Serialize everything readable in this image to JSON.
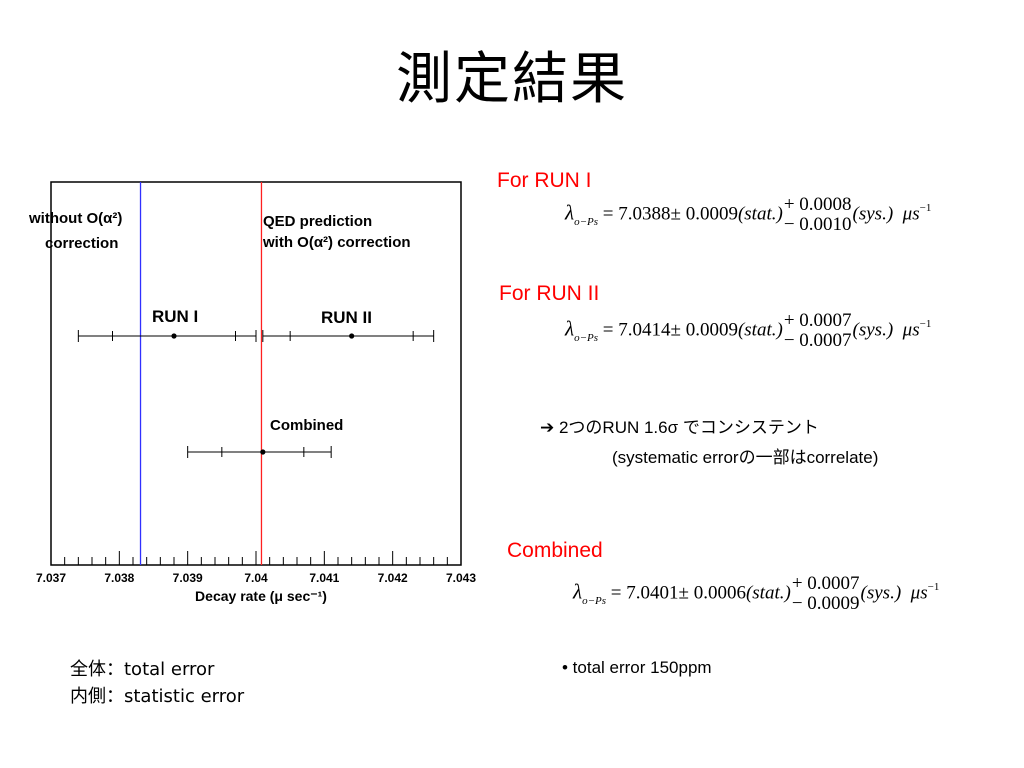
{
  "title": "測定結果",
  "chart_data": {
    "type": "scatter",
    "xlabel": "Decay rate (μ sec⁻¹)",
    "xlim": [
      7.037,
      7.043
    ],
    "x_ticks": [
      "7.037",
      "7.038",
      "7.039",
      "7.04",
      "7.041",
      "7.042",
      "7.043"
    ],
    "reference_lines": [
      {
        "x": 7.03831,
        "color": "#3030ff",
        "label_line1": "without O(α²)",
        "label_line2": "correction"
      },
      {
        "x": 7.04008,
        "color": "#ff2020",
        "label_line1": "QED prediction",
        "label_line2": "with O(α²) correction"
      }
    ],
    "points": [
      {
        "label": "RUN I",
        "value": 7.0388,
        "stat_low": 7.0379,
        "stat_high": 7.0397,
        "total_low": 7.0374,
        "total_high": 7.04
      },
      {
        "label": "RUN II",
        "value": 7.0414,
        "stat_low": 7.0405,
        "stat_high": 7.0423,
        "total_low": 7.0401,
        "total_high": 7.0426
      },
      {
        "label": "Combined",
        "value": 7.0401,
        "stat_low": 7.0395,
        "stat_high": 7.0407,
        "total_low": 7.039,
        "total_high": 7.0411
      }
    ]
  },
  "results": [
    {
      "heading": "For RUN I",
      "symbol": "λ",
      "subscript": "o−Ps",
      "value": "= 7.0388",
      "pm": "± 0.0009",
      "stat_label": "(stat.)",
      "err_plus": "+ 0.0008",
      "err_minus": "− 0.0010",
      "sys_label": "(sys.)",
      "unit": "μs",
      "unit_exp": "−1"
    },
    {
      "heading": "For RUN II",
      "symbol": "λ",
      "subscript": "o−Ps",
      "value": "= 7.0414",
      "pm": "± 0.0009",
      "stat_label": "(stat.)",
      "err_plus": "+ 0.0007",
      "err_minus": "− 0.0007",
      "sys_label": "(sys.)",
      "unit": "μs",
      "unit_exp": "−1"
    },
    {
      "heading": "Combined",
      "symbol": "λ",
      "subscript": "o−Ps",
      "value": "= 7.0401",
      "pm": "± 0.0006",
      "stat_label": "(stat.)",
      "err_plus": "+ 0.0007",
      "err_minus": "− 0.0009",
      "sys_label": "(sys.)",
      "unit": "μs",
      "unit_exp": "−1"
    }
  ],
  "consistency_line1": "➔  2つのRUN  1.6σ  でコンシステント",
  "consistency_line2": "(systematic errorの一部はcorrelate)",
  "total_error_note": "• total error 150ppm",
  "legend_total": "全体：total error",
  "legend_inner": "内側：statistic error"
}
